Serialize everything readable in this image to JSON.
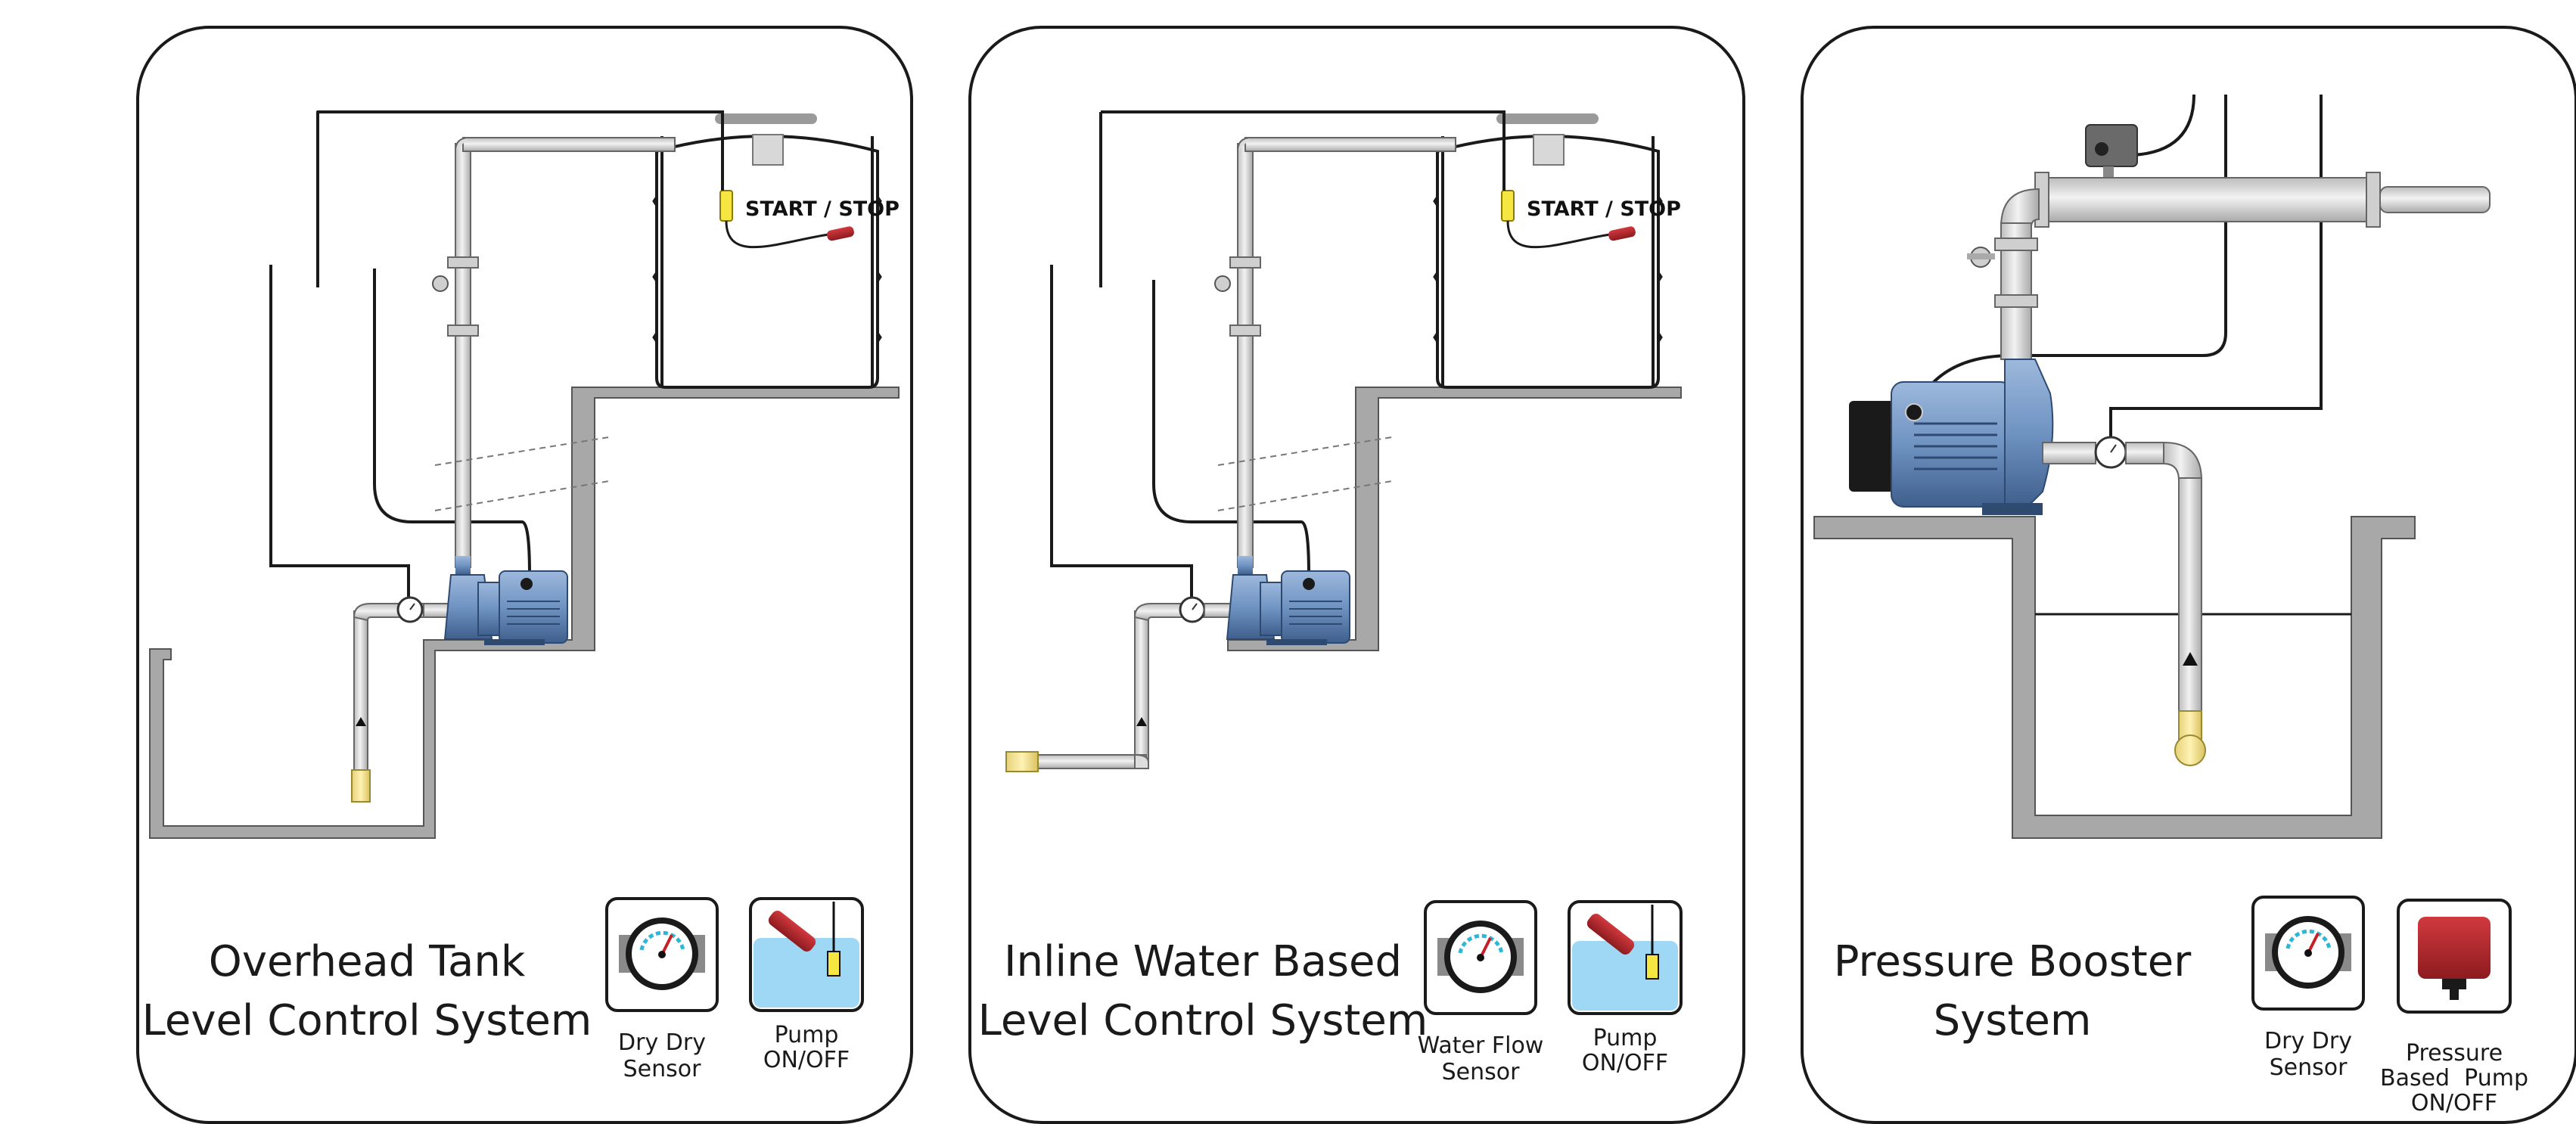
{
  "panels": [
    {
      "title_line1": "Overhead Tank",
      "title_line2": "Level Control System",
      "tank_label": "START / STOP",
      "icon1_caption_line1": "Dry Dry",
      "icon1_caption_line2": "Sensor",
      "icon2_caption_line1": "Pump",
      "icon2_caption_line2": "ON/OFF"
    },
    {
      "title_line1": "Inline Water Based",
      "title_line2": "Level Control System",
      "tank_label": "START / STOP",
      "icon1_caption_line1": "Water Flow",
      "icon1_caption_line2": "Sensor",
      "icon2_caption_line1": "Pump",
      "icon2_caption_line2": "ON/OFF"
    },
    {
      "title_line1": "Pressure Booster",
      "title_line2": "System",
      "icon1_caption_line1": "Dry Dry",
      "icon1_caption_line2": "Sensor",
      "icon2_caption_line1": "Pressure",
      "icon2_caption_line2": "Based  Pump",
      "icon2_caption_line3": "ON/OFF"
    }
  ],
  "colors": {
    "frame": "#1a1a1a",
    "wall_gray": "#a8a8a8",
    "pipe_light": "#e3e3e3",
    "pump_blue": "#6f93c2",
    "float_yellow": "#f5e642",
    "float_red": "#b02a2a",
    "water_blue": "#9fd8f5",
    "pressure_switch_red": "#b3262b"
  }
}
